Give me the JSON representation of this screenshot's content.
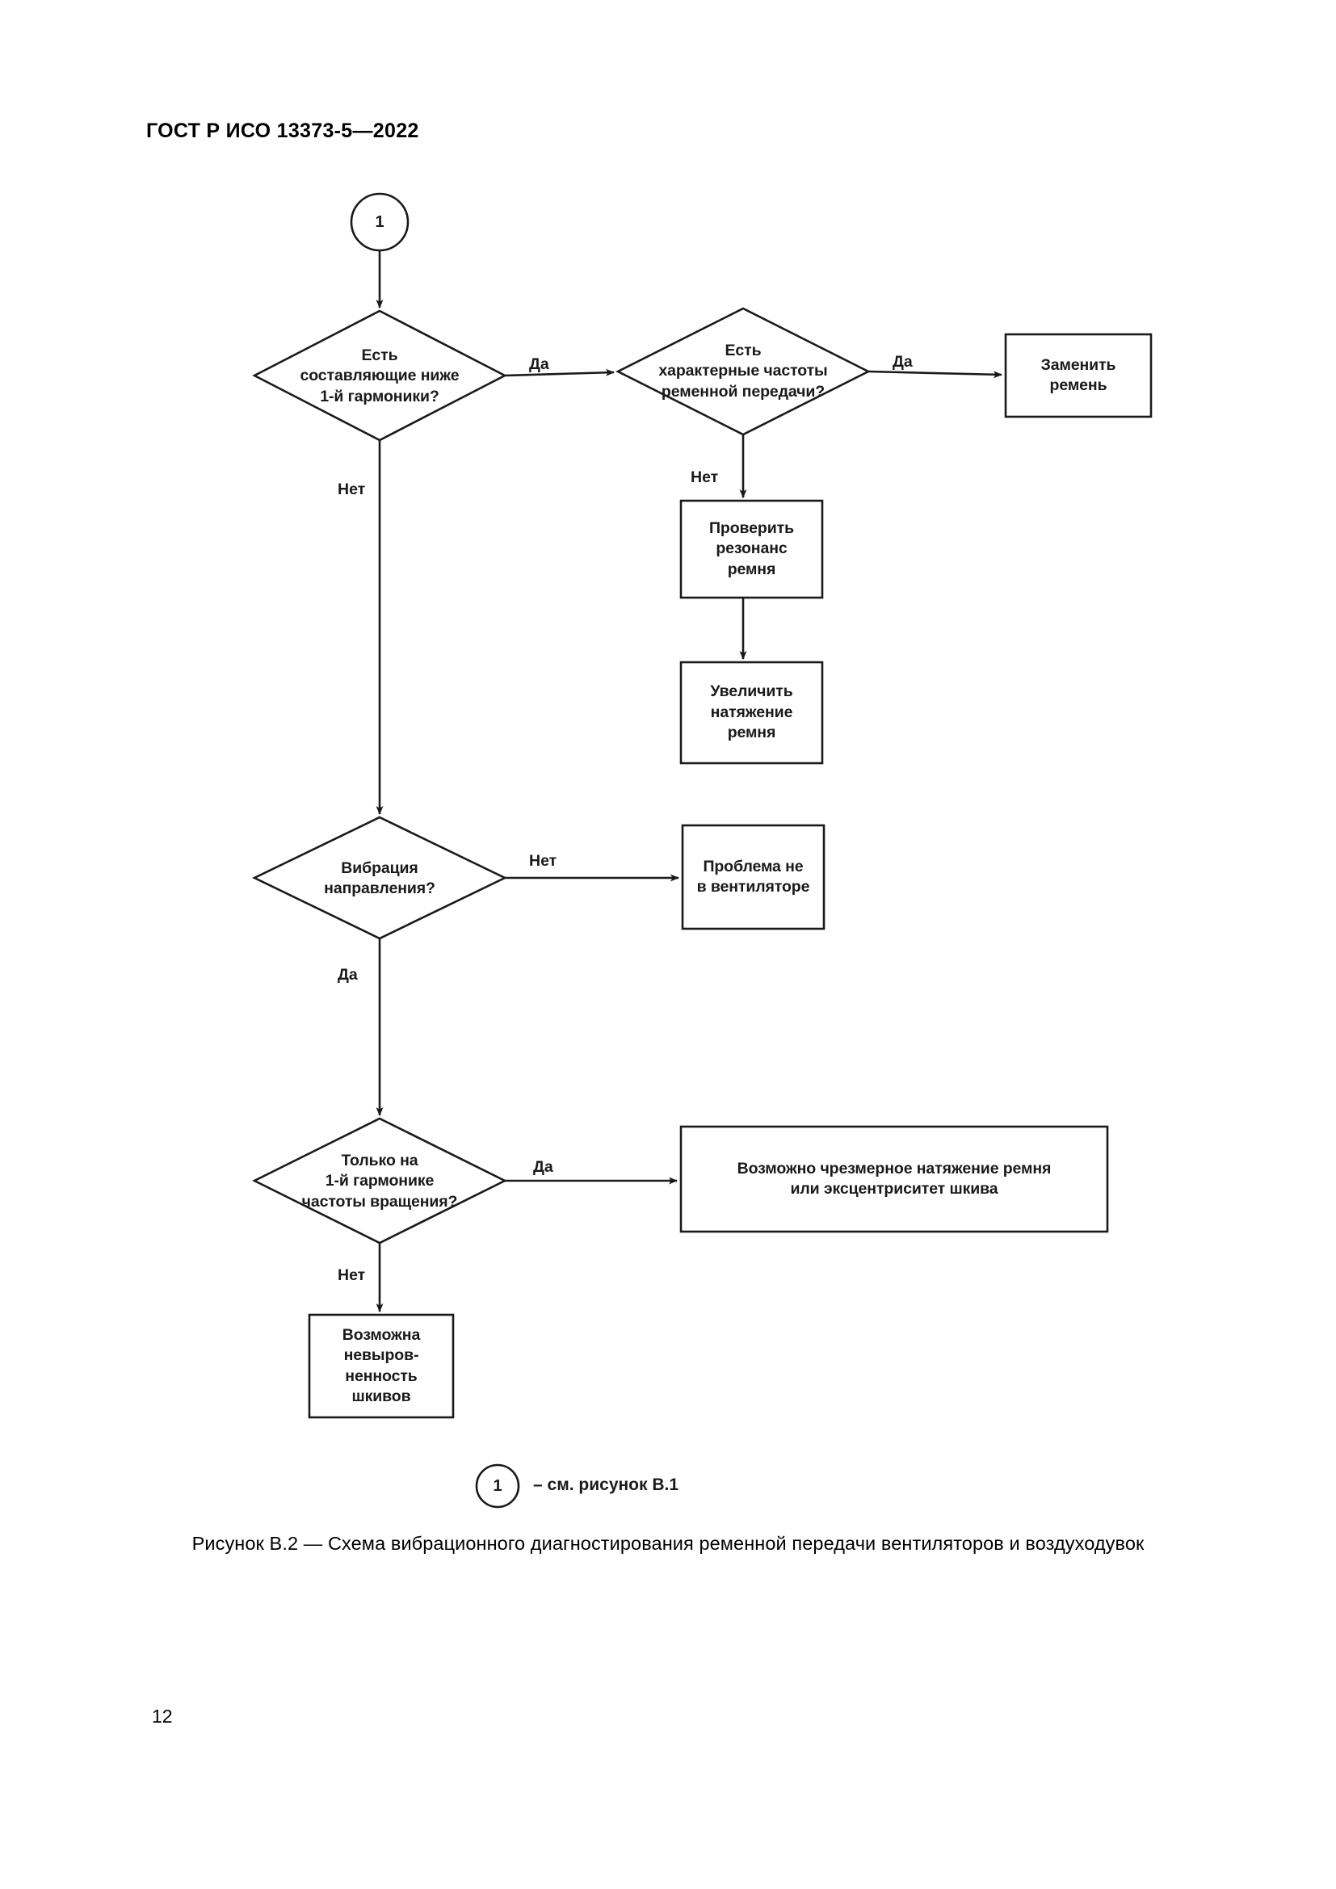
{
  "document": {
    "header": "ГОСТ Р ИСО 13373-5—2022",
    "page_number": "12",
    "figure_caption": "Рисунок В.2 — Схема вибрационного диагностирования ременной передачи вентиляторов и воздуходувок"
  },
  "legend": {
    "connector_number": "1",
    "text": "– см. рисунок В.1"
  },
  "chart_data": {
    "type": "diagram",
    "title": "Рисунок В.2 — Схема вибрационного диагностирования ременной передачи вентиляторов и воздуходувок",
    "nodes": [
      {
        "id": "start",
        "shape": "circle",
        "label": "1"
      },
      {
        "id": "d1",
        "shape": "diamond",
        "label": "Есть\nсоставляющие ниже\n1-й гармоники?"
      },
      {
        "id": "d2",
        "shape": "diamond",
        "label": "Есть\nхарактерные частоты\nременной передачи?"
      },
      {
        "id": "p_belt",
        "shape": "process",
        "label": "Заменить\nремень"
      },
      {
        "id": "p_res",
        "shape": "process",
        "label": "Проверить\nрезонанс\nремня"
      },
      {
        "id": "p_tension",
        "shape": "process",
        "label": "Увеличить\nнатяжение\nремня"
      },
      {
        "id": "d3",
        "shape": "diamond",
        "label": "Вибрация\nнаправления?"
      },
      {
        "id": "p_nofan",
        "shape": "process",
        "label": "Проблема не\nв вентиляторе"
      },
      {
        "id": "d4",
        "shape": "diamond",
        "label": "Только на\n1-й гармонике\nчастоты вращения?"
      },
      {
        "id": "p_excess",
        "shape": "process",
        "label": "Возможно чрезмерное натяжение ремня\nили эксцентриситет шкива"
      },
      {
        "id": "p_misalign",
        "shape": "process",
        "label": "Возможна\nневыров-\nненность\nшкивов"
      }
    ],
    "edges": [
      {
        "from": "start",
        "to": "d1",
        "label": ""
      },
      {
        "from": "d1",
        "to": "d2",
        "label": "Да"
      },
      {
        "from": "d1",
        "to": "d3",
        "label": "Нет"
      },
      {
        "from": "d2",
        "to": "p_belt",
        "label": "Да"
      },
      {
        "from": "d2",
        "to": "p_res",
        "label": "Нет"
      },
      {
        "from": "p_res",
        "to": "p_tension",
        "label": ""
      },
      {
        "from": "d3",
        "to": "p_nofan",
        "label": "Нет"
      },
      {
        "from": "d3",
        "to": "d4",
        "label": "Да"
      },
      {
        "from": "d4",
        "to": "p_excess",
        "label": "Да"
      },
      {
        "from": "d4",
        "to": "p_misalign",
        "label": "Нет"
      }
    ],
    "edge_labels": {
      "d1_yes": "Да",
      "d1_no": "Нет",
      "d2_yes": "Да",
      "d2_no": "Нет",
      "d3_no": "Нет",
      "d3_yes": "Да",
      "d4_yes": "Да",
      "d4_no": "Нет"
    },
    "colors": {
      "stroke": "#1a1a1a",
      "fill": "#ffffff",
      "text": "#1a1a1a"
    }
  }
}
